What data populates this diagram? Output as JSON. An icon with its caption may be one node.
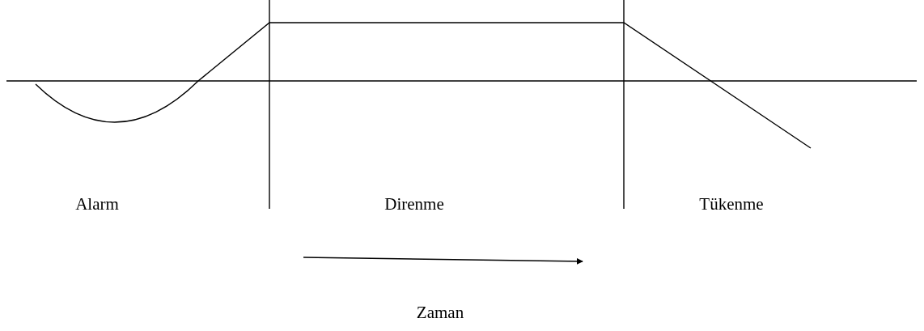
{
  "diagram": {
    "labels": [
      "Alarm",
      "Direnme",
      "Tükenme",
      "Zaman"
    ]
  }
}
